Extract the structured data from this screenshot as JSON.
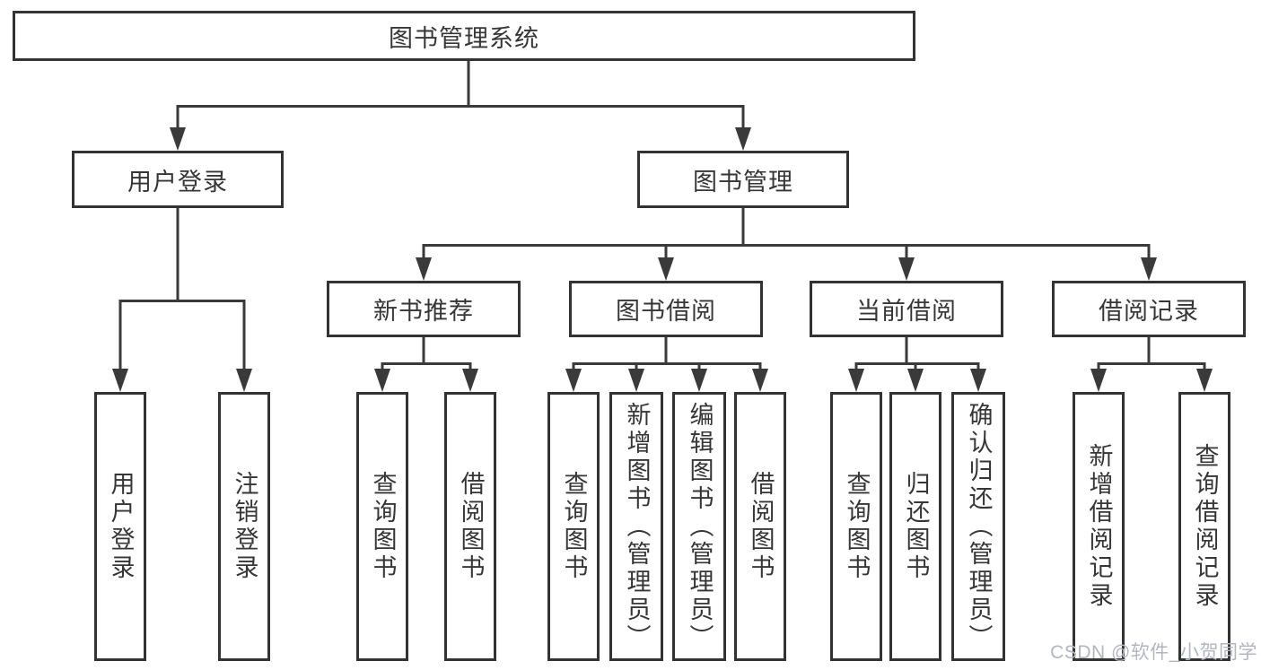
{
  "diagram_title": "图书管理系统",
  "colors": {
    "line": "#3a3a3a",
    "box_border": "#333333",
    "text": "#363636",
    "background": "#ffffff",
    "watermark": "#b3b6bf"
  },
  "tree": {
    "label": "图书管理系统",
    "children": [
      {
        "label": "用户登录",
        "children": [
          {
            "label": "用户登录"
          },
          {
            "label": "注销登录"
          }
        ]
      },
      {
        "label": "图书管理",
        "children": [
          {
            "label": "新书推荐",
            "children": [
              {
                "label": "查询图书"
              },
              {
                "label": "借阅图书"
              }
            ]
          },
          {
            "label": "图书借阅",
            "children": [
              {
                "label": "查询图书"
              },
              {
                "label": "新增图书（管理员）"
              },
              {
                "label": "编辑图书（管理员）"
              },
              {
                "label": "借阅图书"
              }
            ]
          },
          {
            "label": "当前借阅",
            "children": [
              {
                "label": "查询图书"
              },
              {
                "label": "归还图书"
              },
              {
                "label": "确认归还（管理员）"
              }
            ]
          },
          {
            "label": "借阅记录",
            "children": [
              {
                "label": "新增借阅记录"
              },
              {
                "label": "查询借阅记录"
              }
            ]
          }
        ]
      }
    ]
  },
  "watermark": {
    "text": "CSDN @软件_小贺同学"
  }
}
